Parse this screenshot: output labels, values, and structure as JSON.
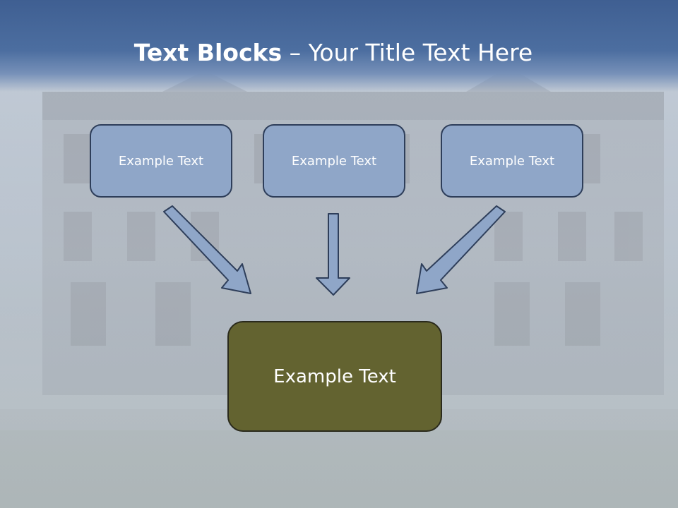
{
  "slide": {
    "title_bold": "Text Blocks",
    "title_dash": " – ",
    "title_rest": "Your Title Text Here"
  },
  "blocks": [
    {
      "label": "Example Text"
    },
    {
      "label": "Example Text"
    },
    {
      "label": "Example Text"
    }
  ],
  "target": {
    "label": "Example Text"
  },
  "colors": {
    "title_band": "#4c6ea0",
    "box_fill": "#8fa6c8",
    "box_border": "#2e3e5a",
    "target_fill": "#636330",
    "arrow_fill": "#8fa6c8"
  }
}
